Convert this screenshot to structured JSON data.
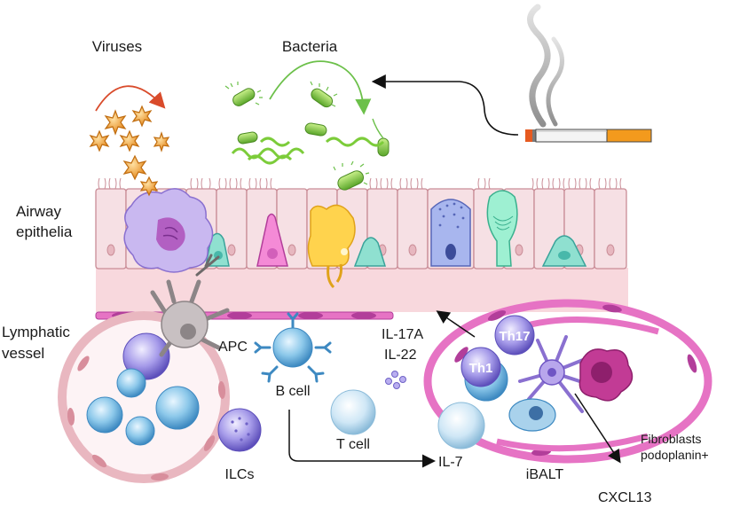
{
  "labels": {
    "viruses": "Viruses",
    "bacteria": "Bacteria",
    "airway_line1": "Airway",
    "airway_line2": "epithelia",
    "lymphatic_line1": "Lymphatic",
    "lymphatic_line2": "vessel",
    "apc": "APC",
    "b_cell": "B cell",
    "t_cell": "T cell",
    "ilcs": "ILCs",
    "il17a": "IL-17A",
    "il22": "IL-22",
    "il7": "IL-7",
    "ibalt": "iBALT",
    "cxcl13": "CXCL13",
    "fibro_line1": "Fibroblasts",
    "fibro_line2": "podoplanin+",
    "th17": "Th17",
    "th1": "Th1"
  },
  "colors": {
    "epithelium": "#f6e0e4",
    "epithelium_outline": "#c98c96",
    "submucosa": "#f8d8dd",
    "membrane": "#d63fa6",
    "virus": "#f2a33a",
    "virus_arrow": "#d94b2b",
    "bacteria": "#7ccc3a",
    "bacteria_arrow": "#6cc04a",
    "lymphocyte": "#6fb3dc",
    "lymphocyte_purple": "#8a7fd6",
    "apc": "#b8aeb0",
    "cigarette_filter": "#f39a1d"
  },
  "icons": [
    "virus-icon",
    "bacteria-icon",
    "cigarette-icon",
    "smoke-icon"
  ]
}
